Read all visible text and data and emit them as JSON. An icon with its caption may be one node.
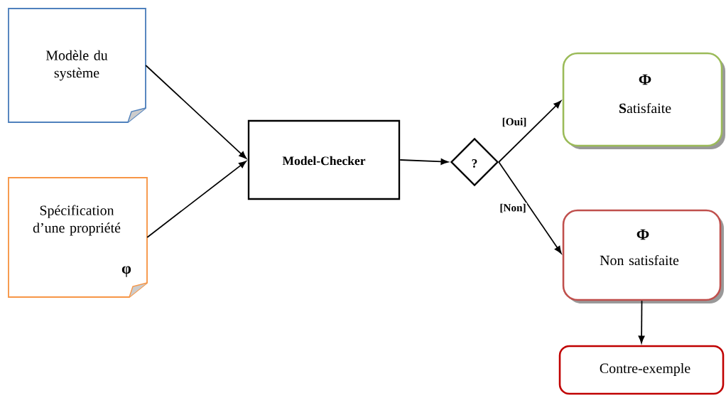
{
  "diagram": {
    "nodes": [
      {
        "text": [
          "Modèle du système"
        ]
      },
      {
        "text": [
          "Spécification d’une propriété",
          "φ"
        ]
      },
      {
        "text": [
          "Model-Checker"
        ]
      },
      {
        "text": [
          "?"
        ]
      },
      {
        "text": [
          "Φ",
          "**S**atisfaite"
        ]
      },
      {
        "text": [
          "Φ",
          "Non satisfaite"
        ]
      },
      {
        "text": [
          "Contre-exemple"
        ]
      }
    ],
    "edges": [
      {
        "from": 0,
        "to": 2,
        "arrow": "to"
      },
      {
        "from": 1,
        "to": 2,
        "arrow": "to"
      },
      {
        "from": 2,
        "to": 3,
        "arrow": "to"
      },
      {
        "from": 3,
        "to": 4,
        "arrow": "to",
        "label": "[Oui]"
      },
      {
        "from": 3,
        "to": 5,
        "arrow": "to",
        "label": "[Non]"
      },
      {
        "from": 5,
        "to": 6,
        "arrow": "to"
      }
    ]
  }
}
